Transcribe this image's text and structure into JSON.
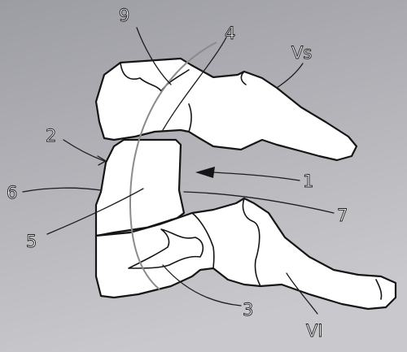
{
  "colors": {
    "background_top": "#9c9ca3",
    "background_bottom": "#c9c9cd",
    "bone_fill": "#ffffff",
    "outline": "#151515",
    "guide_arc": "#8b8b8b"
  },
  "labels": {
    "l9": "9",
    "l4": "4",
    "lVs": "Vs",
    "l2": "2",
    "l1": "1",
    "l6": "6",
    "l7": "7",
    "l5": "5",
    "l3": "3",
    "lVI": "VI"
  }
}
